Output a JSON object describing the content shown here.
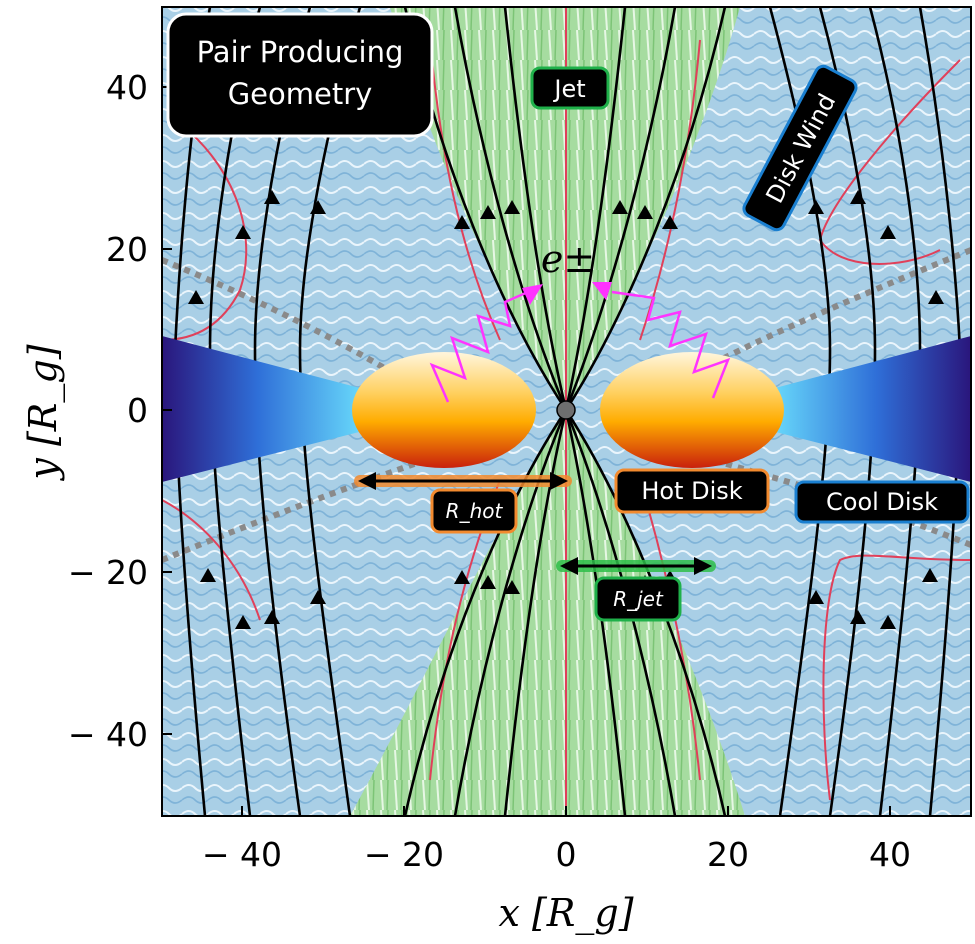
{
  "figure": {
    "xlabel": "x [R_g]",
    "ylabel": "y [R_g]",
    "xlim": [
      -50,
      50
    ],
    "ylim": [
      -50,
      50
    ],
    "x_ticks": [
      "− 40",
      "− 20",
      "0",
      "20",
      "40"
    ],
    "y_ticks": [
      "40",
      "20",
      "0",
      "− 20",
      "− 40"
    ]
  },
  "labels": {
    "title_line1": "Pair Producing",
    "title_line2": "Geometry",
    "jet": "Jet",
    "disk_wind": "Disk Wind",
    "pairs_symbol": "e±",
    "r_hot": "R_hot",
    "r_jet": "R_jet",
    "hot_disk": "Hot Disk",
    "cool_disk": "Cool Disk"
  },
  "colors": {
    "jet_region": "#9fd99a",
    "wind_region": "#a9cfe6",
    "hot_disk_top": "#fff4d6",
    "hot_disk_mid": "#ffb300",
    "hot_disk_bottom": "#c62a10",
    "cool_disk_outer": "#2a1a7a",
    "cool_disk_inner": "#5fe0ff",
    "field_line": "#000000",
    "flow_line": "#e0405a",
    "photon": "#ff33ff",
    "r_hot_glow": "#f28a2e",
    "r_jet_glow": "#2fbf4a",
    "jet_box_border": "#1fb04a",
    "wind_box_border": "#1a7fd0",
    "hot_disk_box_border": "#f28a2e",
    "cool_disk_box_border": "#1a7fd0"
  }
}
